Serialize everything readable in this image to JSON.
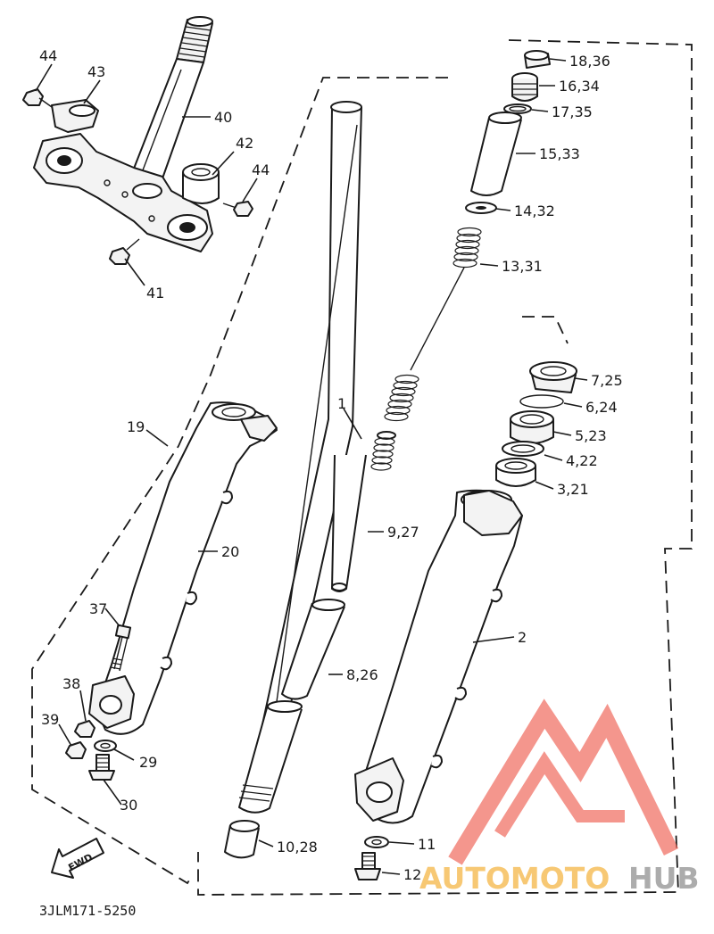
{
  "diagram_code": "3JLM171-5250",
  "fwd_label": "FWD",
  "callouts": [
    {
      "id": "c44a",
      "text": "44"
    },
    {
      "id": "c43",
      "text": "43"
    },
    {
      "id": "c40",
      "text": "40"
    },
    {
      "id": "c42",
      "text": "42"
    },
    {
      "id": "c44b",
      "text": "44"
    },
    {
      "id": "c41",
      "text": "41"
    },
    {
      "id": "c19",
      "text": "19"
    },
    {
      "id": "c20",
      "text": "20"
    },
    {
      "id": "c37",
      "text": "37"
    },
    {
      "id": "c38",
      "text": "38"
    },
    {
      "id": "c39",
      "text": "39"
    },
    {
      "id": "c29",
      "text": "29"
    },
    {
      "id": "c30",
      "text": "30"
    },
    {
      "id": "c1",
      "text": "1"
    },
    {
      "id": "c9",
      "text": "9,27"
    },
    {
      "id": "c8",
      "text": "8,26"
    },
    {
      "id": "c10",
      "text": "10,28"
    },
    {
      "id": "c18",
      "text": "18,36"
    },
    {
      "id": "c16",
      "text": "16,34"
    },
    {
      "id": "c17",
      "text": "17,35"
    },
    {
      "id": "c15",
      "text": "15,33"
    },
    {
      "id": "c14",
      "text": "14,32"
    },
    {
      "id": "c13",
      "text": "13,31"
    },
    {
      "id": "c7",
      "text": "7,25"
    },
    {
      "id": "c6",
      "text": "6,24"
    },
    {
      "id": "c5",
      "text": "5,23"
    },
    {
      "id": "c4",
      "text": "4,22"
    },
    {
      "id": "c3",
      "text": "3,21"
    },
    {
      "id": "c2",
      "text": "2"
    },
    {
      "id": "c11",
      "text": "11"
    },
    {
      "id": "c12",
      "text": "12"
    }
  ],
  "watermark": {
    "word_a": "AUTOMOTO",
    "word_b": "HUB",
    "color_red": "#f06a5e",
    "color_orange": "#f4b23a",
    "color_gray": "#8a8a8a"
  }
}
